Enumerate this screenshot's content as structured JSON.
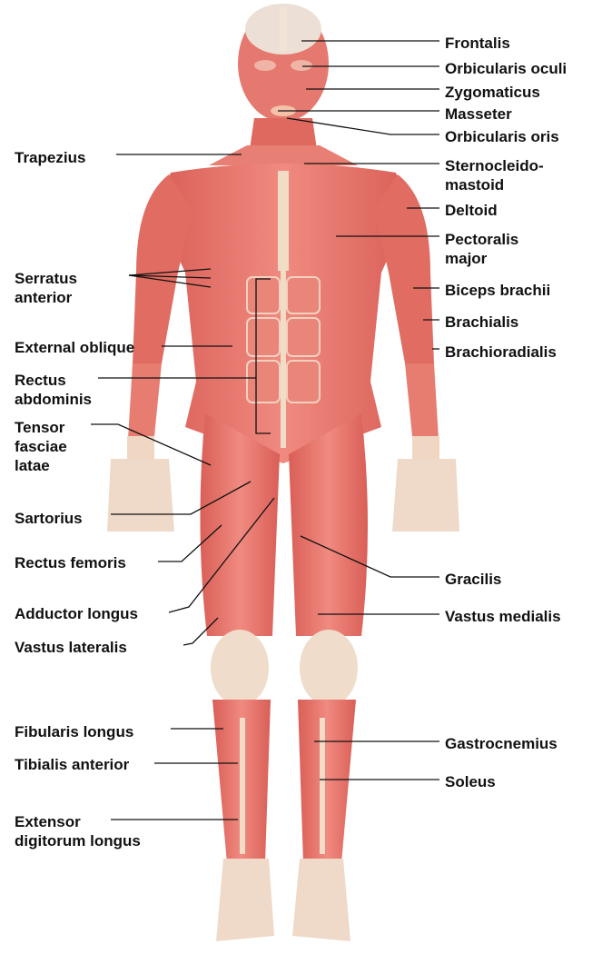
{
  "colors": {
    "muscle": "#e8756c",
    "muscle_light": "#f2a89f",
    "muscle_dark": "#c9544c",
    "tendon": "#f4e3cf",
    "skin_head": "#ead8cc",
    "leader_line": "#111111",
    "label_text": "#111111"
  },
  "labels_left": [
    {
      "lines": [
        "Trapezius"
      ]
    },
    {
      "lines": [
        "Serratus",
        "anterior"
      ]
    },
    {
      "lines": [
        "External oblique"
      ]
    },
    {
      "lines": [
        "Rectus",
        "abdominis"
      ]
    },
    {
      "lines": [
        "Tensor",
        "fasciae",
        "latae"
      ]
    },
    {
      "lines": [
        "Sartorius"
      ]
    },
    {
      "lines": [
        "Rectus femoris"
      ]
    },
    {
      "lines": [
        "Adductor longus"
      ]
    },
    {
      "lines": [
        "Vastus lateralis"
      ]
    },
    {
      "lines": [
        "Fibularis longus"
      ]
    },
    {
      "lines": [
        "Tibialis anterior"
      ]
    },
    {
      "lines": [
        "Extensor",
        "digitorum longus"
      ]
    }
  ],
  "labels_right": [
    {
      "lines": [
        "Frontalis"
      ]
    },
    {
      "lines": [
        "Orbicularis oculi"
      ]
    },
    {
      "lines": [
        "Zygomaticus"
      ]
    },
    {
      "lines": [
        "Masseter"
      ]
    },
    {
      "lines": [
        "Orbicularis oris"
      ]
    },
    {
      "lines": [
        "Sternocleido-",
        "mastoid"
      ]
    },
    {
      "lines": [
        "Deltoid"
      ]
    },
    {
      "lines": [
        "Pectoralis",
        "major"
      ]
    },
    {
      "lines": [
        "Biceps brachii"
      ]
    },
    {
      "lines": [
        "Brachialis"
      ]
    },
    {
      "lines": [
        "Brachioradialis"
      ]
    },
    {
      "lines": [
        "Gracilis"
      ]
    },
    {
      "lines": [
        "Vastus medialis"
      ]
    },
    {
      "lines": [
        "Gastrocnemius"
      ]
    },
    {
      "lines": [
        "Soleus"
      ]
    }
  ]
}
